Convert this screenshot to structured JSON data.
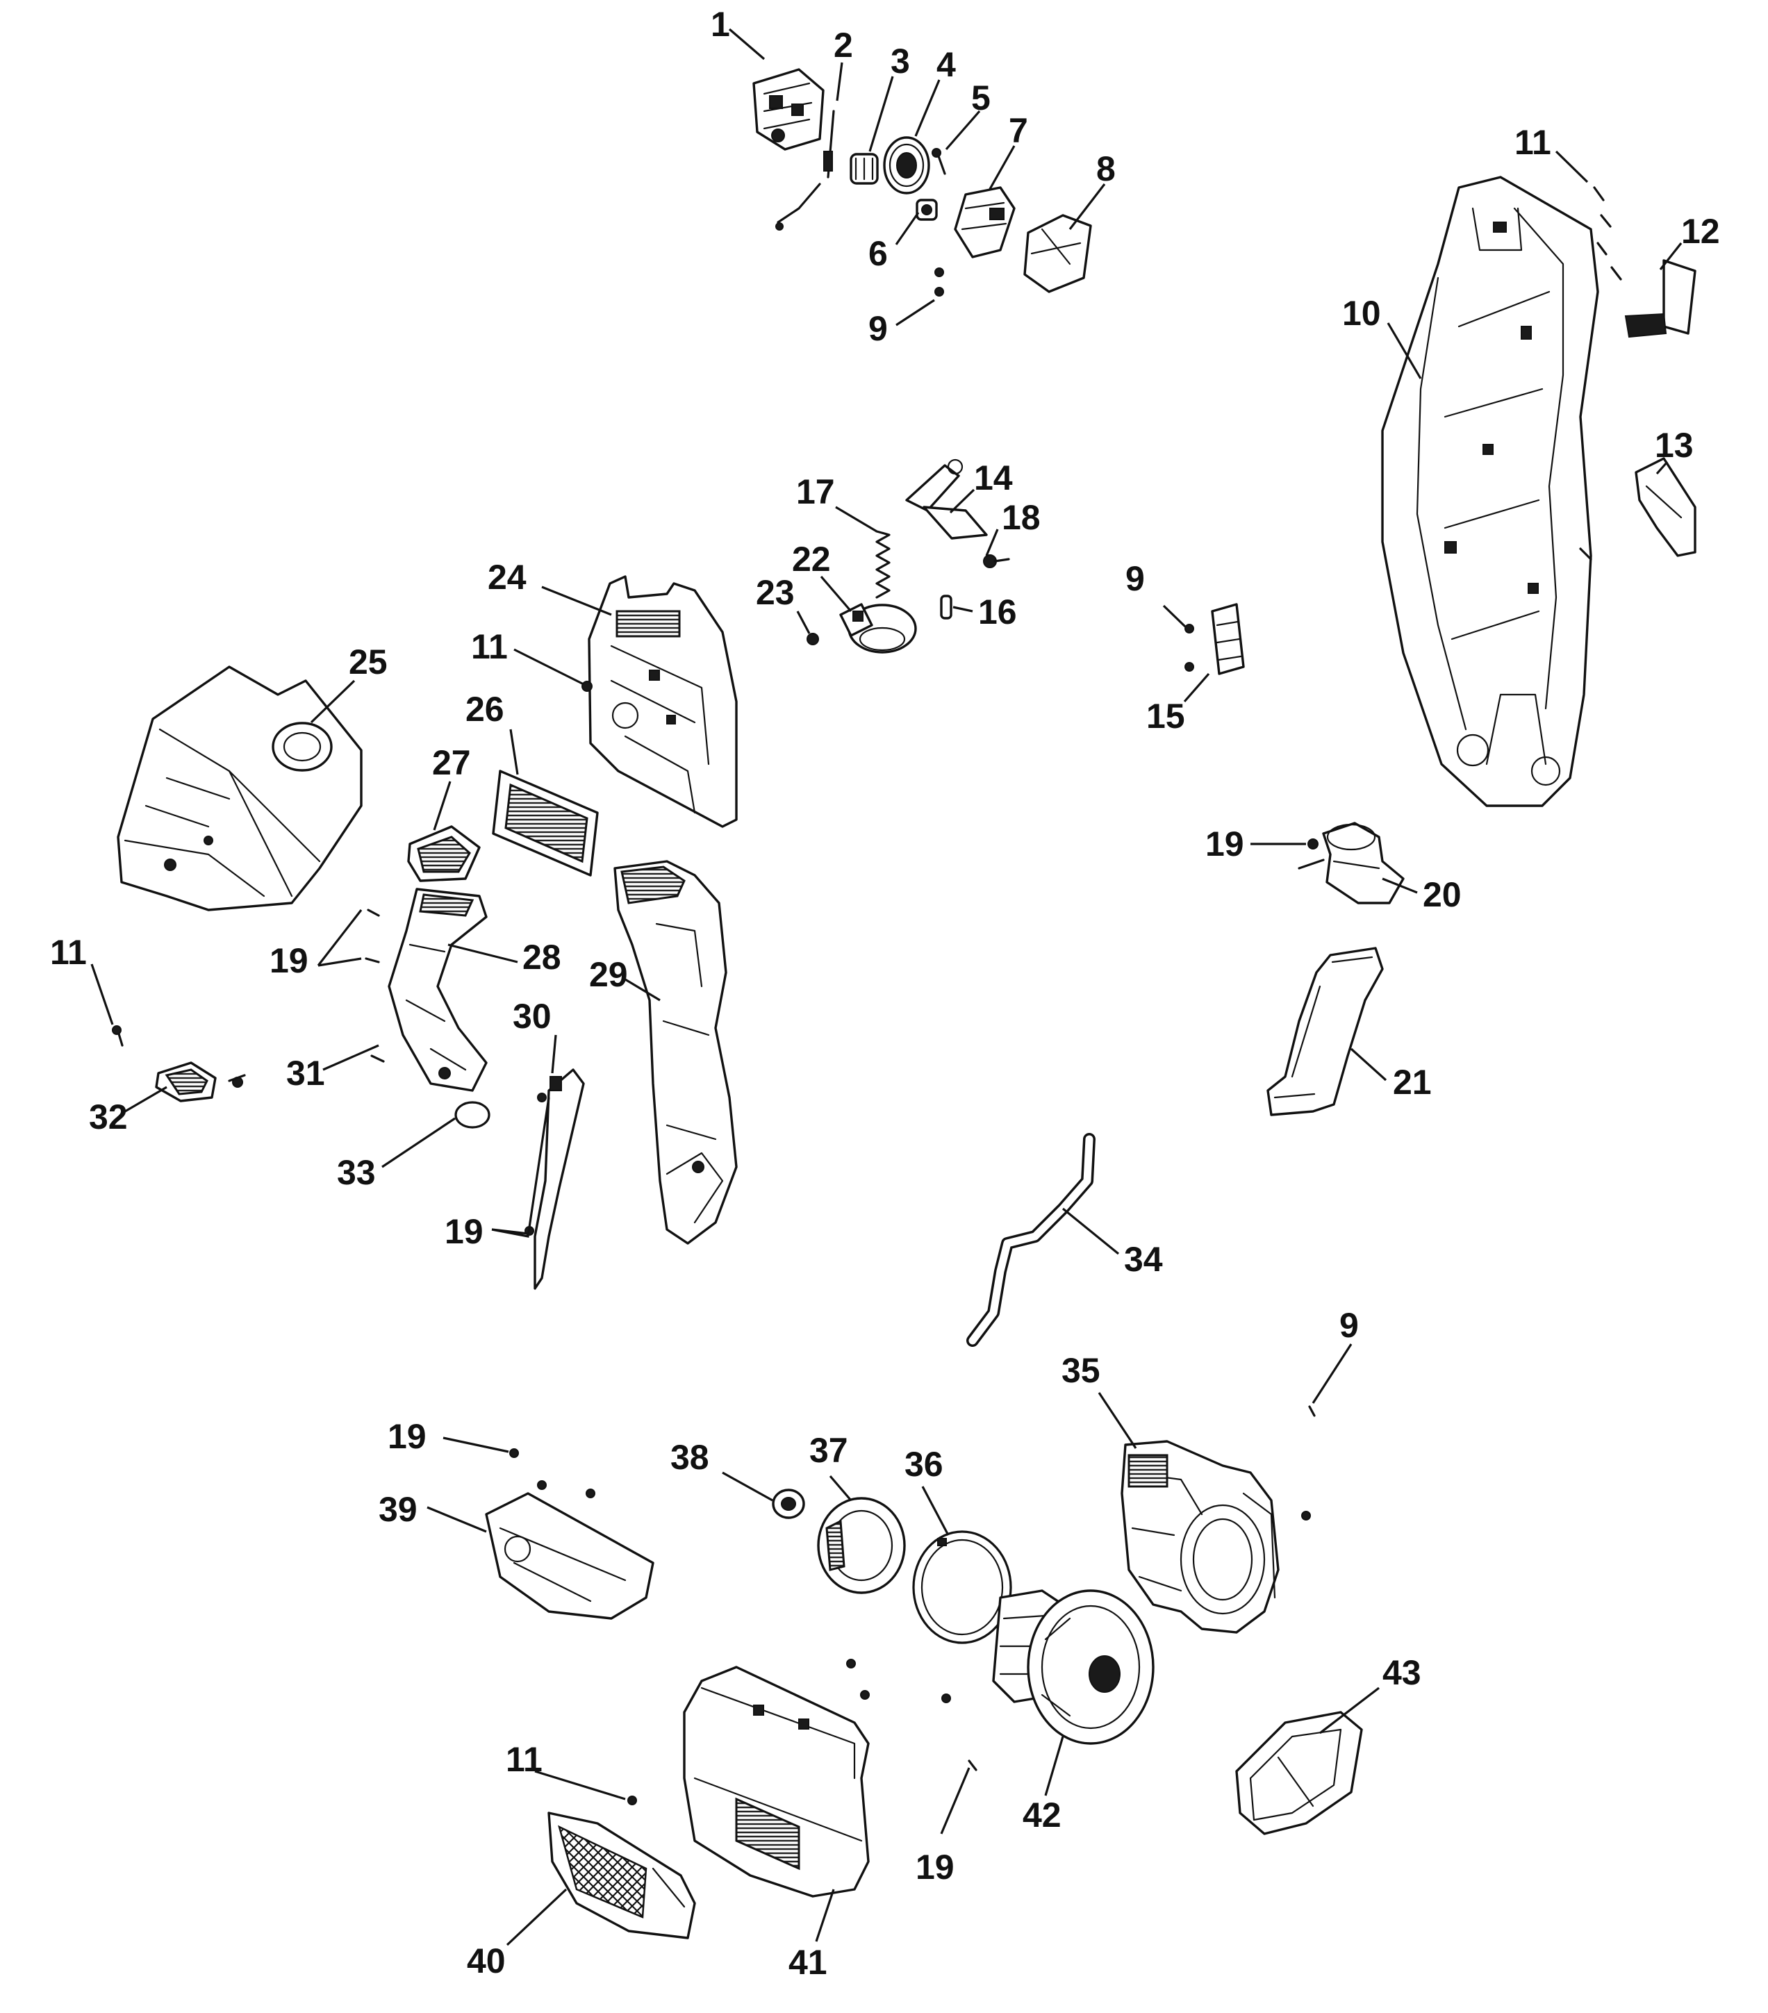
{
  "diagram": {
    "callouts": [
      {
        "id": "c1",
        "text": "1"
      },
      {
        "id": "c2",
        "text": "2"
      },
      {
        "id": "c3",
        "text": "3"
      },
      {
        "id": "c4",
        "text": "4"
      },
      {
        "id": "c5",
        "text": "5"
      },
      {
        "id": "c6",
        "text": "6"
      },
      {
        "id": "c7",
        "text": "7"
      },
      {
        "id": "c8",
        "text": "8"
      },
      {
        "id": "c9a",
        "text": "9"
      },
      {
        "id": "c11a",
        "text": "11"
      },
      {
        "id": "c12",
        "text": "12"
      },
      {
        "id": "c10",
        "text": "10"
      },
      {
        "id": "c13",
        "text": "13"
      },
      {
        "id": "c17",
        "text": "17"
      },
      {
        "id": "c14",
        "text": "14"
      },
      {
        "id": "c18",
        "text": "18"
      },
      {
        "id": "c22",
        "text": "22"
      },
      {
        "id": "c23",
        "text": "23"
      },
      {
        "id": "c16",
        "text": "16"
      },
      {
        "id": "c9b",
        "text": "9"
      },
      {
        "id": "c15",
        "text": "15"
      },
      {
        "id": "c24",
        "text": "24"
      },
      {
        "id": "c11b",
        "text": "11"
      },
      {
        "id": "c25",
        "text": "25"
      },
      {
        "id": "c26",
        "text": "26"
      },
      {
        "id": "c27",
        "text": "27"
      },
      {
        "id": "c19a",
        "text": "19"
      },
      {
        "id": "c20",
        "text": "20"
      },
      {
        "id": "c11c",
        "text": "11"
      },
      {
        "id": "c19b",
        "text": "19"
      },
      {
        "id": "c28",
        "text": "28"
      },
      {
        "id": "c29",
        "text": "29"
      },
      {
        "id": "c30",
        "text": "30"
      },
      {
        "id": "c31",
        "text": "31"
      },
      {
        "id": "c32",
        "text": "32"
      },
      {
        "id": "c21",
        "text": "21"
      },
      {
        "id": "c33",
        "text": "33"
      },
      {
        "id": "c19c",
        "text": "19"
      },
      {
        "id": "c34",
        "text": "34"
      },
      {
        "id": "c9c",
        "text": "9"
      },
      {
        "id": "c35",
        "text": "35"
      },
      {
        "id": "c19d",
        "text": "19"
      },
      {
        "id": "c38",
        "text": "38"
      },
      {
        "id": "c37",
        "text": "37"
      },
      {
        "id": "c36",
        "text": "36"
      },
      {
        "id": "c39",
        "text": "39"
      },
      {
        "id": "c43",
        "text": "43"
      },
      {
        "id": "c11d",
        "text": "11"
      },
      {
        "id": "c42",
        "text": "42"
      },
      {
        "id": "c19e",
        "text": "19"
      },
      {
        "id": "c40",
        "text": "40"
      },
      {
        "id": "c41",
        "text": "41"
      }
    ]
  }
}
